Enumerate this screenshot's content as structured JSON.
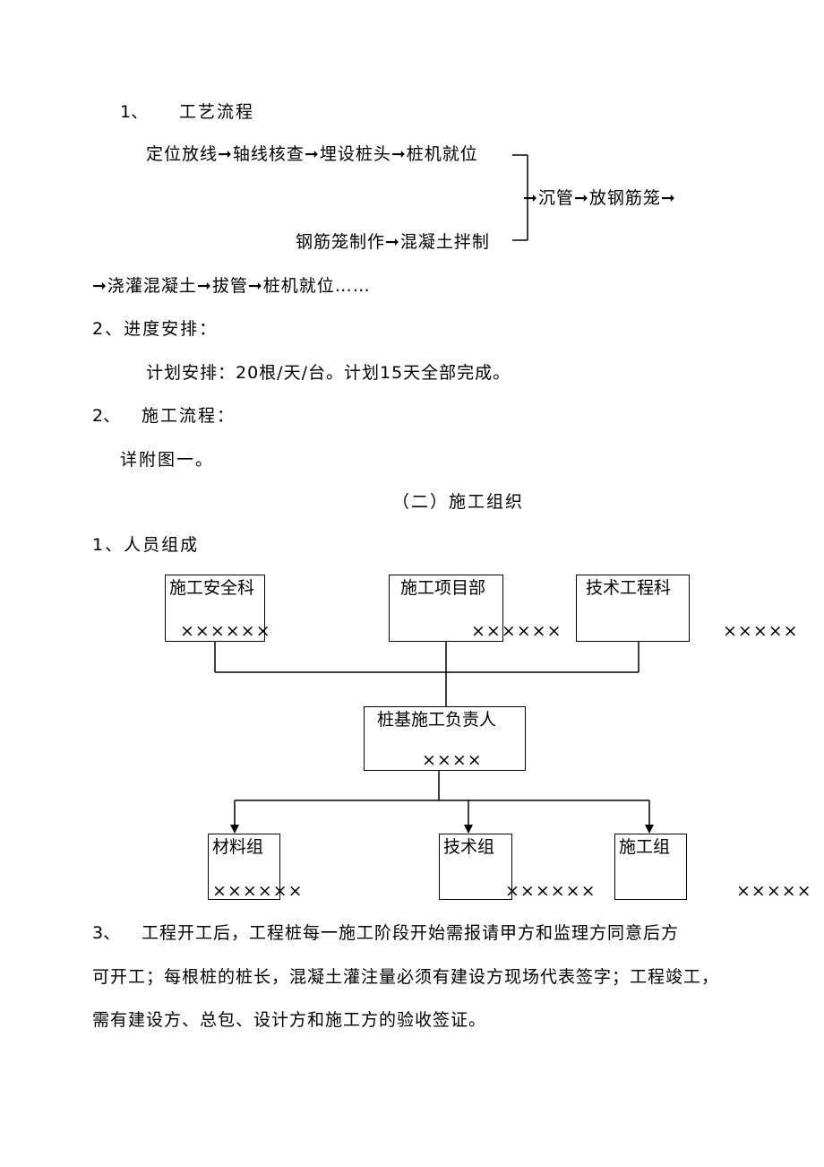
{
  "section1": {
    "num": "1、",
    "title": "工艺流程",
    "flow_row1": "定位放线➞轴线核查➞埋设桩头➞桩机就位",
    "flow_row2": "钢筋笼制作➞混凝土拌制",
    "flow_merge": "➞沉管➞放钢筋笼➞",
    "flow_cont": "➞浇灌混凝土➞拔管➞桩机就位……"
  },
  "section2": {
    "title": "2、进度安排：",
    "plan": "计划安排：20根/天/台。计划15天全部完成。"
  },
  "section3": {
    "num": "2、",
    "title": "施工流程：",
    "detail": "详附图一。"
  },
  "heading": "（二）施工组织",
  "personnel": {
    "title": "1、人员组成",
    "safety": {
      "label": "施工安全科",
      "names": "××××××"
    },
    "project": {
      "label": "施工项目部",
      "names": "××××××"
    },
    "tech": {
      "label": "技术工程科",
      "names": "×××××"
    },
    "leader": {
      "label": "桩基施工负责人",
      "names": "××××"
    },
    "material": {
      "label": "材料组",
      "names": "××××××"
    },
    "techgroup": {
      "label": "技术组",
      "names": "××××××"
    },
    "construct": {
      "label": "施工组",
      "names": "×××××"
    }
  },
  "note": {
    "num": "3、",
    "line1": "工程开工后，工程桩每一施工阶段开始需报请甲方和监理方同意后方",
    "line2": "可开工；每根桩的桩长，混凝土灌注量必须有建设方现场代表签字；工程竣工，",
    "line3": "需有建设方、总包、设计方和施工方的验收签证。"
  }
}
